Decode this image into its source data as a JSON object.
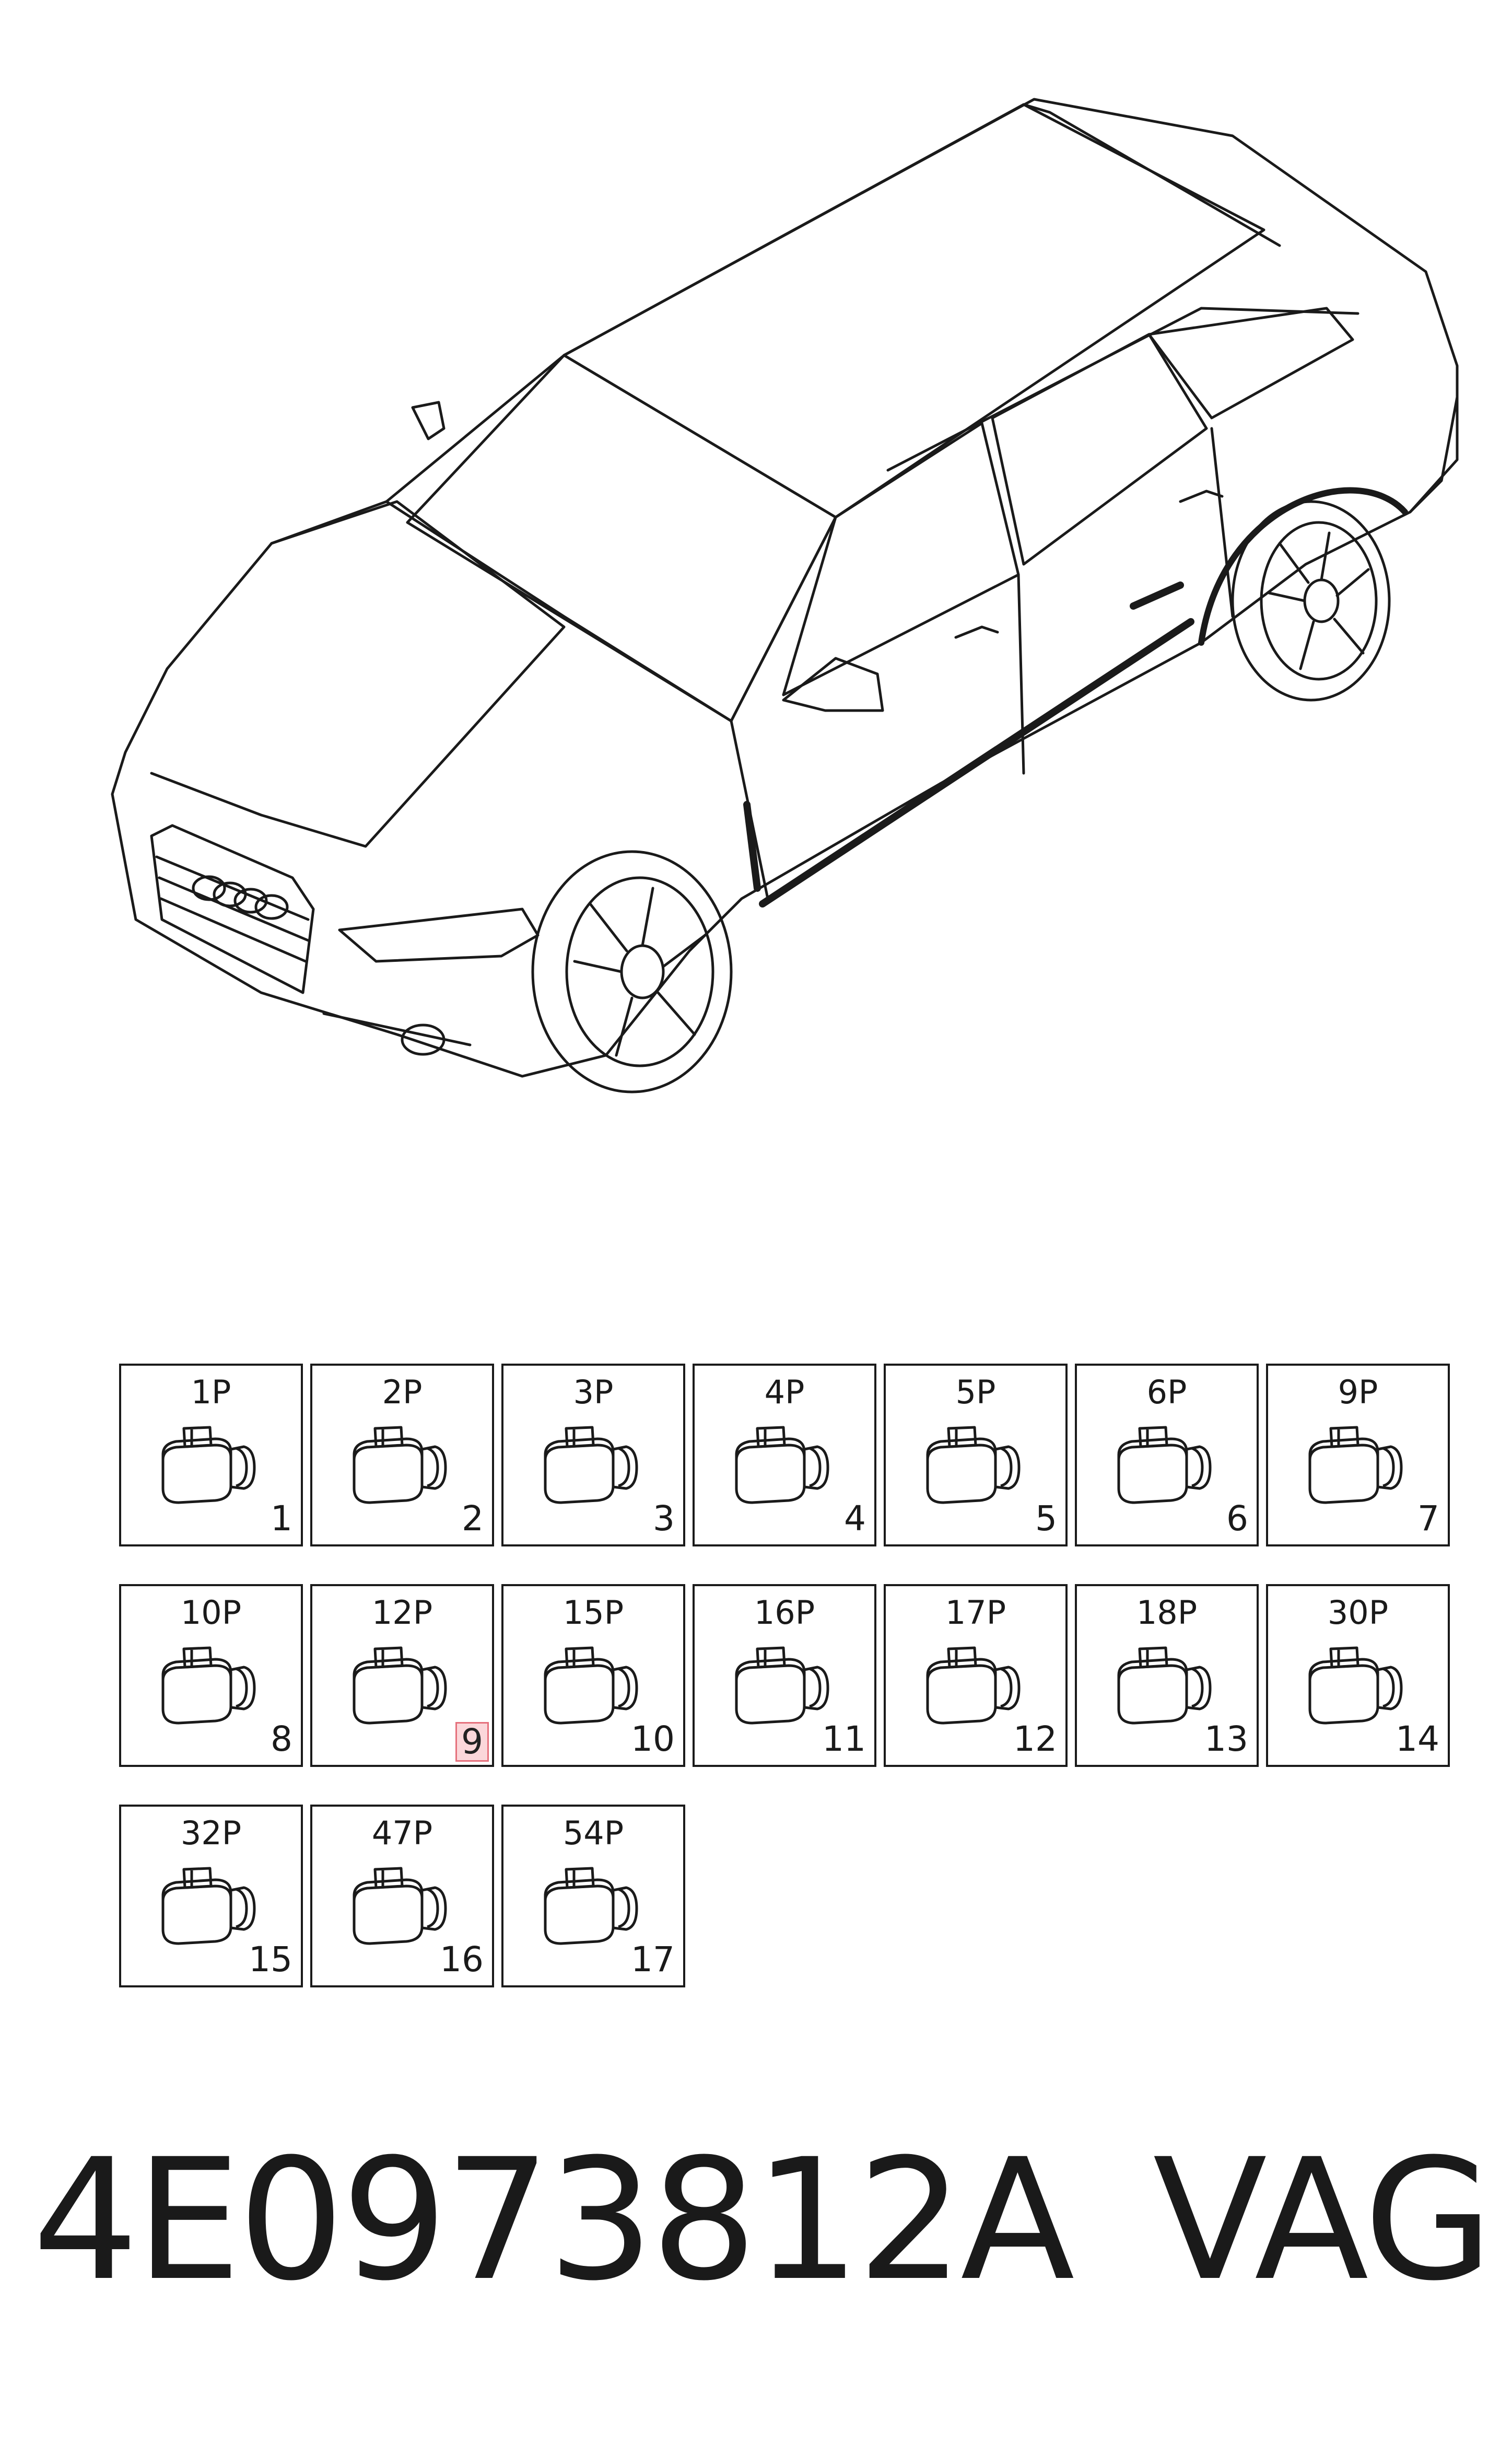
{
  "connectors": [
    {
      "label": "1P",
      "num": "1"
    },
    {
      "label": "2P",
      "num": "2"
    },
    {
      "label": "3P",
      "num": "3"
    },
    {
      "label": "4P",
      "num": "4"
    },
    {
      "label": "5P",
      "num": "5"
    },
    {
      "label": "6P",
      "num": "6"
    },
    {
      "label": "9P",
      "num": "7"
    },
    {
      "label": "10P",
      "num": "8"
    },
    {
      "label": "12P",
      "num": "9",
      "highlighted": true
    },
    {
      "label": "15P",
      "num": "10"
    },
    {
      "label": "16P",
      "num": "11"
    },
    {
      "label": "17P",
      "num": "12"
    },
    {
      "label": "18P",
      "num": "13"
    },
    {
      "label": "30P",
      "num": "14"
    },
    {
      "label": "32P",
      "num": "15"
    },
    {
      "label": "47P",
      "num": "16"
    },
    {
      "label": "54P",
      "num": "17"
    }
  ],
  "part_number": "4E0973812A",
  "brand": "VAG",
  "colors": {
    "line": "#1a1a1a",
    "highlight_fill": "#fbd7da",
    "highlight_border": "#e5707c"
  },
  "icons": {
    "car": "car-line-drawing-icon",
    "connector": "electrical-connector-icon"
  }
}
